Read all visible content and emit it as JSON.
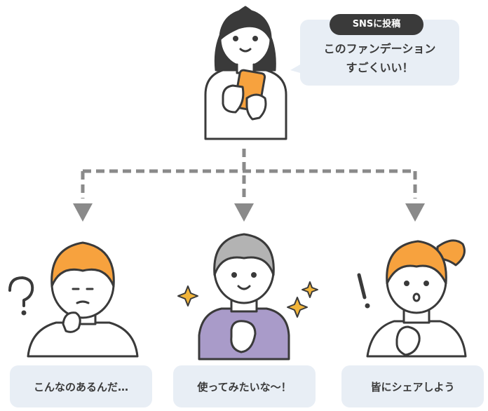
{
  "speech": {
    "tag": "SNSに投稿",
    "line1": "このファンデーション",
    "line2": "すごくいい！"
  },
  "reactions": [
    {
      "label": "こんなのあるんだ…"
    },
    {
      "label": "使ってみたいな～！"
    },
    {
      "label": "皆にシェアしよう"
    }
  ],
  "colors": {
    "ink": "#3a3a3a",
    "bubble": "#e8eef5",
    "arrow": "#8a8a8a",
    "orange_hair": "#f7a23e",
    "gray_hair": "#b3b3b3",
    "purple_shirt": "#a99bc9",
    "phone": "#f7a23e",
    "sparkle": "#f2b53a"
  }
}
